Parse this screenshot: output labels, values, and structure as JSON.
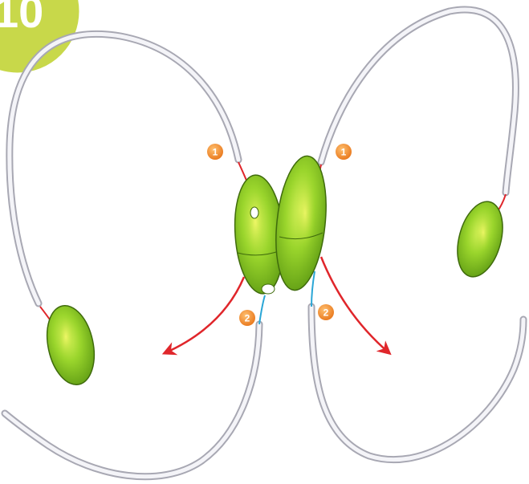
{
  "step": {
    "number": "10"
  },
  "callouts": [
    {
      "label": "1"
    },
    {
      "label": "1"
    },
    {
      "label": "2"
    },
    {
      "label": "2"
    }
  ],
  "colors": {
    "badge_green": "#c8d84a",
    "bead_green": "#8fd12a",
    "tube_grey": "#c9c9d2",
    "wire_red": "#e0262b",
    "wire_blue": "#2aa6d6",
    "callout_orange": "#f08b2a",
    "arrow_red": "#e0262b"
  }
}
